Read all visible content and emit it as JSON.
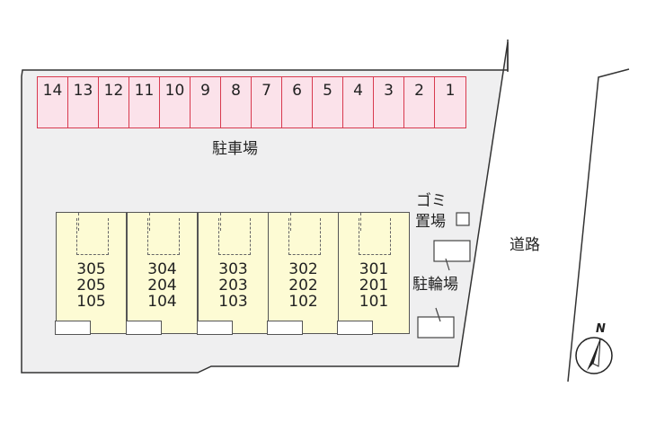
{
  "parking": {
    "label": "駐車場",
    "slots": [
      "14",
      "13",
      "12",
      "11",
      "10",
      "9",
      "8",
      "7",
      "6",
      "5",
      "4",
      "3",
      "2",
      "1"
    ]
  },
  "units": [
    {
      "rooms": [
        "305",
        "205",
        "105"
      ]
    },
    {
      "rooms": [
        "304",
        "204",
        "104"
      ]
    },
    {
      "rooms": [
        "303",
        "203",
        "103"
      ]
    },
    {
      "rooms": [
        "302",
        "202",
        "102"
      ]
    },
    {
      "rooms": [
        "301",
        "201",
        "101"
      ]
    }
  ],
  "labels": {
    "garbage_line1": "ゴミ",
    "garbage_line2": "置場",
    "bicycle": "駐輪場",
    "road": "道路",
    "compass": "N"
  },
  "colors": {
    "parking_fill": "#fbe2ea",
    "parking_stroke": "#d83a4f",
    "building_fill": "#fdfbd4",
    "lot_fill": "#efeff0"
  }
}
